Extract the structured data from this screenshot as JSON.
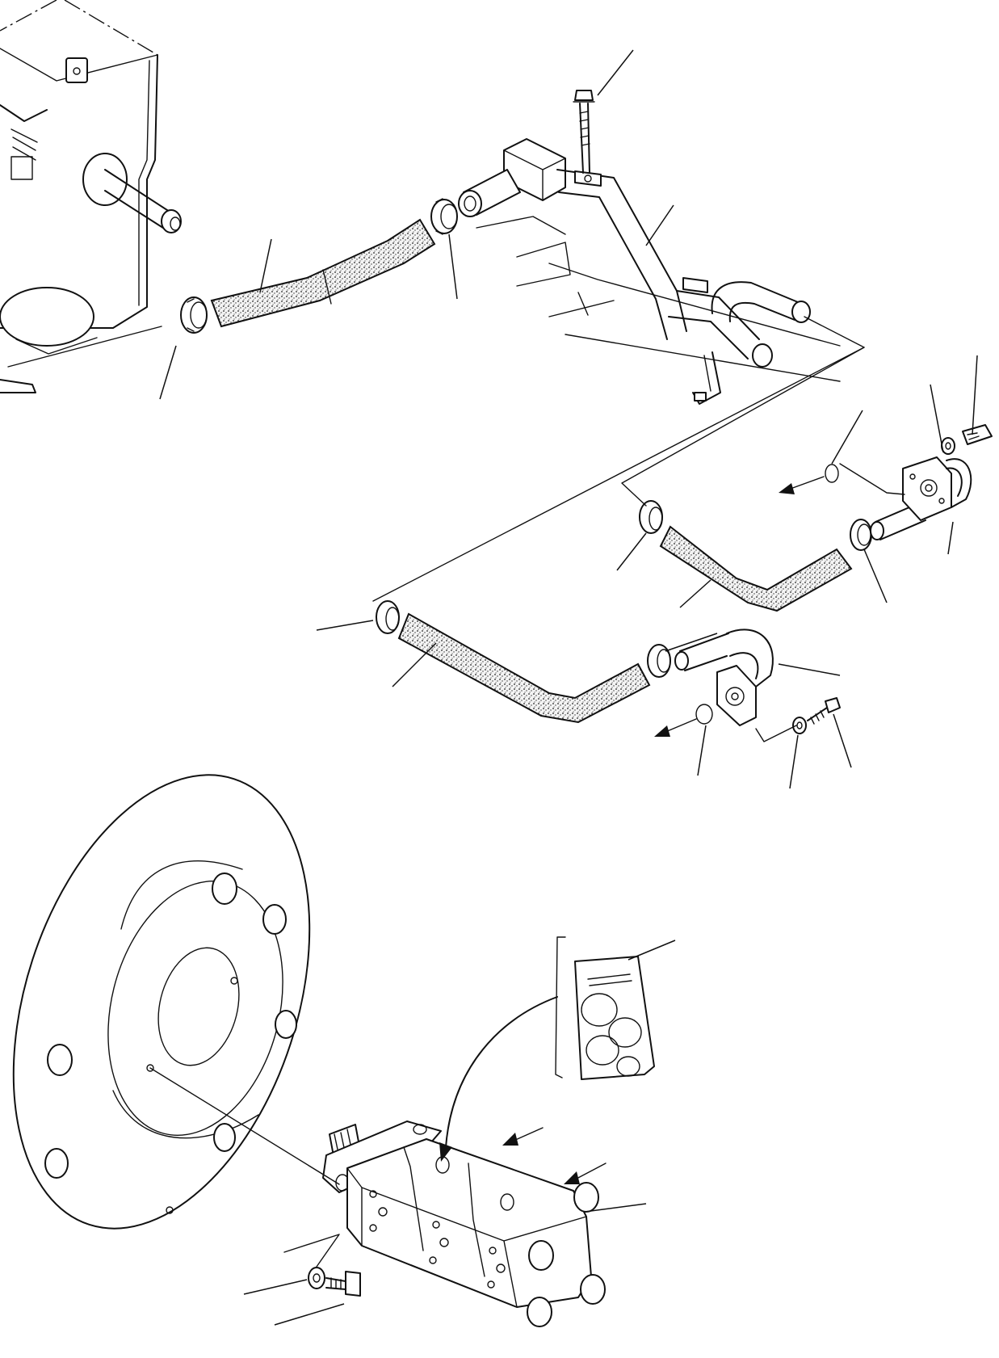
{
  "parts": [
    "gearbox-housing",
    "suction-tube",
    "mounting-bolt",
    "hose-clamp",
    "suction-hose",
    "pump-flange-elbow",
    "o-ring",
    "lock-washer",
    "flange-bolt",
    "flywheel-housing",
    "hydraulic-pump",
    "seal-kit"
  ],
  "colors": {
    "line": "#111111",
    "background": "#ffffff"
  }
}
